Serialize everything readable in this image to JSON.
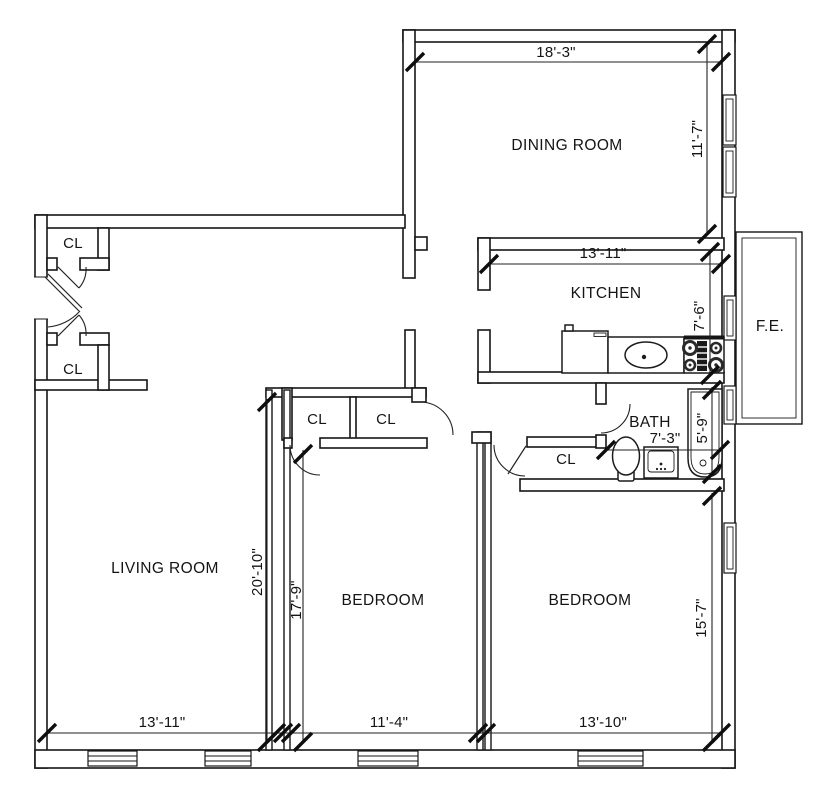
{
  "rooms": {
    "dining": {
      "label": "DINING ROOM",
      "width": "18'-3\"",
      "depth": "11'-7\""
    },
    "kitchen": {
      "label": "KITCHEN",
      "width": "13'-11\"",
      "depth": "7'-6\""
    },
    "bath": {
      "label": "BATH",
      "width": "7'-3\"",
      "depth": "5'-9\""
    },
    "living": {
      "label": "LIVING ROOM",
      "width": "13'-11\"",
      "depth": "20'-10\""
    },
    "bedroom1": {
      "label": "BEDROOM",
      "width": "11'-4\"",
      "depth": "17'-9\""
    },
    "bedroom2": {
      "label": "BEDROOM",
      "width": "13'-10\"",
      "depth": "15'-7\""
    },
    "fire_escape": {
      "label": "F.E."
    }
  },
  "closets": {
    "entry_upper": "CL",
    "entry_lower": "CL",
    "bedroom1": "CL",
    "hall": "CL",
    "bedroom2": "CL"
  },
  "colors": {
    "line": "#161616",
    "background": "#ffffff"
  }
}
